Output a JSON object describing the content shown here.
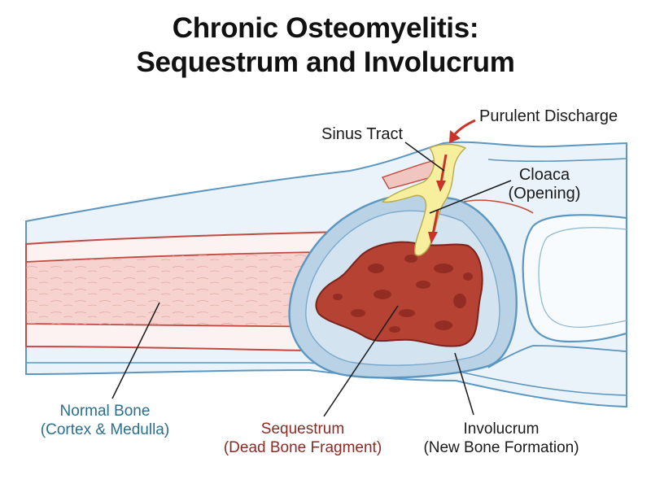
{
  "title": {
    "line1": "Chronic Osteomyelitis:",
    "line2": "Sequestrum and Involucrum"
  },
  "labels": {
    "purulent_discharge": "Purulent Discharge",
    "sinus_tract": "Sinus Tract",
    "cloaca_line1": "Cloaca",
    "cloaca_line2": "(Opening)",
    "normal_bone_line1": "Normal Bone",
    "normal_bone_line2": "(Cortex & Medulla)",
    "sequestrum_line1": "Sequestrum",
    "sequestrum_line2": "(Dead Bone Fragment)",
    "involucrum_line1": "Involucrum",
    "involucrum_line2": "(New Bone Formation)"
  },
  "colors": {
    "soft_tissue": "#e9f3f9",
    "outline_blue": "#5b97c0",
    "cortex_red": "#c24a41",
    "medulla_pink": "#f6d3cf",
    "involucrum_blue": "#b9d2e6",
    "sequestrum_red": "#b64234",
    "pus_yellow": "#f7ef9e",
    "arrow_red": "#c9332a",
    "label_blue": "#2b6f8e",
    "label_red": "#8e2a22"
  }
}
